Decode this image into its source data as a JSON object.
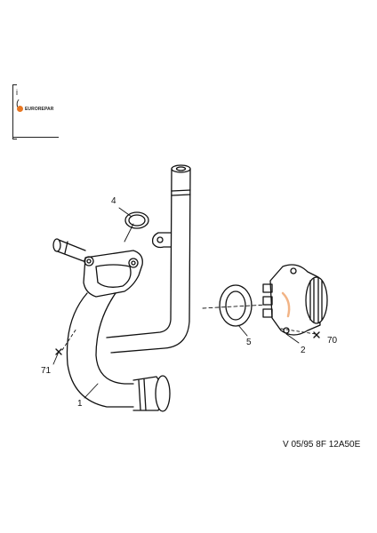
{
  "header": {
    "mark_top": "i",
    "mark_bottom": "(",
    "brand": "EUROREPAR",
    "brand_color": "#e87722"
  },
  "callouts": {
    "c1": "1",
    "c2": "2",
    "c4": "4",
    "c5": "5",
    "c70": "70",
    "c71": "71"
  },
  "reference": "V 05/95 8F 12A50E"
}
